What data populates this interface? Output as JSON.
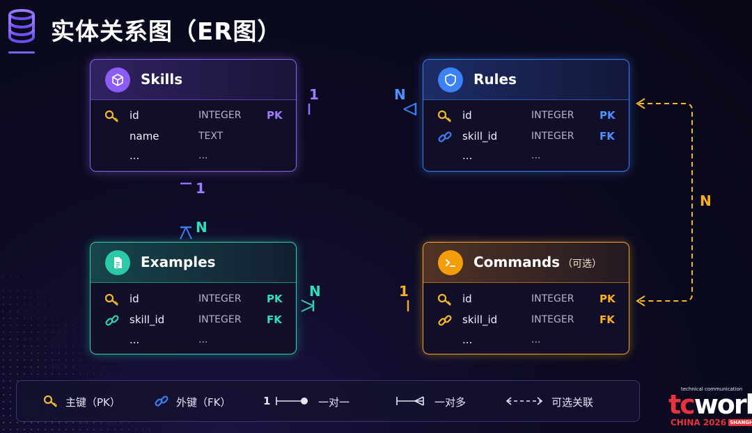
{
  "title": "实体关系图（ER图）",
  "entities": {
    "skills": {
      "name": "Skills",
      "rows": [
        {
          "field": "id",
          "type": "INTEGER",
          "key": "PK"
        },
        {
          "field": "name",
          "type": "TEXT",
          "key": ""
        },
        {
          "field": "...",
          "type": "...",
          "key": ""
        }
      ]
    },
    "rules": {
      "name": "Rules",
      "rows": [
        {
          "field": "id",
          "type": "INTEGER",
          "key": "PK"
        },
        {
          "field": "skill_id",
          "type": "INTEGER",
          "key": "FK"
        },
        {
          "field": "...",
          "type": "...",
          "key": ""
        }
      ]
    },
    "examples": {
      "name": "Examples",
      "rows": [
        {
          "field": "id",
          "type": "INTEGER",
          "key": "PK"
        },
        {
          "field": "skill_id",
          "type": "INTEGER",
          "key": "FK"
        },
        {
          "field": "...",
          "type": "...",
          "key": ""
        }
      ]
    },
    "commands": {
      "name": "Commands",
      "subtitle": "（可选）",
      "rows": [
        {
          "field": "id",
          "type": "INTEGER",
          "key": "PK"
        },
        {
          "field": "skill_id",
          "type": "INTEGER",
          "key": "FK"
        },
        {
          "field": "...",
          "type": "...",
          "key": ""
        }
      ]
    }
  },
  "relations": {
    "skills_rules": {
      "left": "1",
      "right": "N"
    },
    "skills_examples": {
      "top": "1",
      "bottom": "N"
    },
    "examples_commands": {
      "left": "N",
      "right": "1"
    },
    "rules_commands": {
      "label": "N"
    }
  },
  "legend": {
    "pk": "主键（PK）",
    "fk": "外键（FK）",
    "one_to_one_num": "1",
    "one_to_one": "一对一",
    "one_to_many": "一对多",
    "optional": "可选关联"
  },
  "logo": {
    "tagline": "technical communication",
    "tc": "tc",
    "world": "world",
    "city": "CHINA 2026",
    "badge": "SHANGHAI"
  },
  "colors": {
    "skills": "#8e62f0",
    "rules": "#3d7ef5",
    "examples": "#2ed3b0",
    "commands": "#f5a623",
    "key_icon": "#f5b82e",
    "link_icon_fk": "#3d7ef5",
    "brand_red": "#e8323c"
  },
  "icons": {
    "header": "database-icon",
    "skills": "cube-icon",
    "rules": "shield-icon",
    "examples": "document-icon",
    "commands": "terminal-icon",
    "primary_key": "key-icon",
    "foreign_key": "link-icon"
  }
}
